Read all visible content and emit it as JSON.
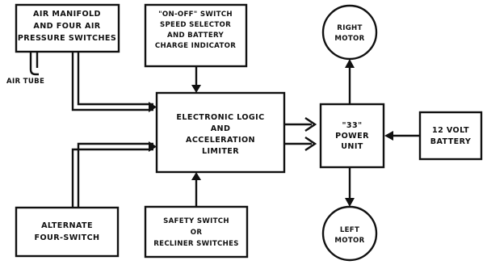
{
  "diagram": {
    "nodes": {
      "air_manifold": {
        "lines": [
          "AIR MANIFOLD",
          "AND FOUR AIR",
          "PRESSURE SWITCHES"
        ]
      },
      "switch_panel": {
        "lines": [
          "\"ON-OFF\" SWITCH",
          "SPEED SELECTOR",
          "AND BATTERY",
          "CHARGE INDICATOR"
        ]
      },
      "right_motor": {
        "lines": [
          "RIGHT",
          "MOTOR"
        ]
      },
      "electronic_logic": {
        "lines": [
          "ELECTRONIC LOGIC",
          "AND",
          "ACCELERATION",
          "LIMITER"
        ]
      },
      "power_unit": {
        "lines": [
          "\"33\"",
          "POWER",
          "UNIT"
        ]
      },
      "battery": {
        "lines": [
          "12 VOLT",
          "BATTERY"
        ]
      },
      "alternate_switch": {
        "lines": [
          "ALTERNATE",
          "FOUR-SWITCH"
        ]
      },
      "safety_switch": {
        "lines": [
          "SAFETY SWITCH",
          "OR",
          "RECLINER SWITCHES"
        ]
      },
      "left_motor": {
        "lines": [
          "LEFT",
          "MOTOR"
        ]
      }
    },
    "air_tube_label": "AIR TUBE"
  }
}
